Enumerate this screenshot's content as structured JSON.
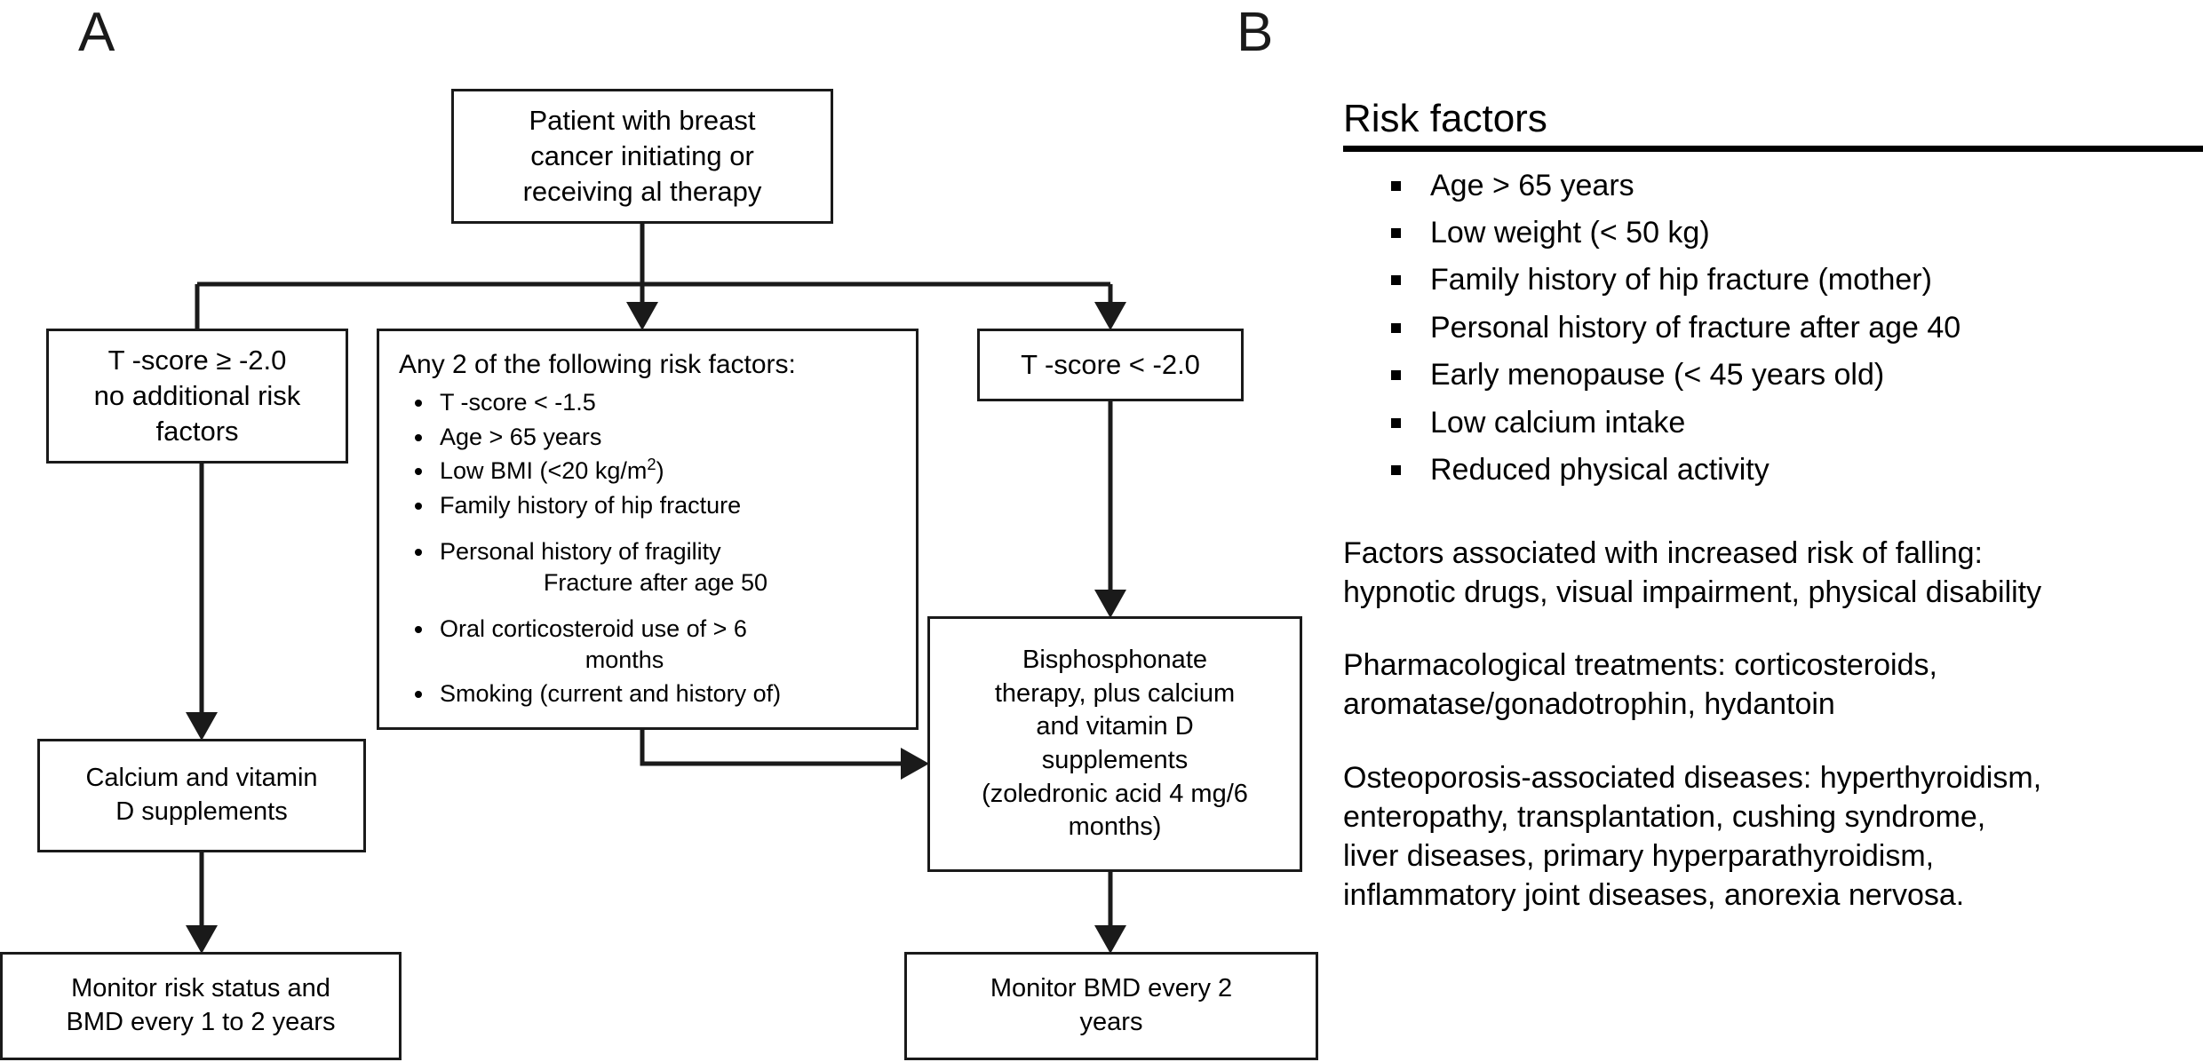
{
  "panels": {
    "a_label": "A",
    "b_label": "B"
  },
  "flowchart": {
    "top": {
      "line1": "Patient with breast",
      "line2": "cancer initiating or",
      "line3": "receiving al therapy"
    },
    "tscore_high": {
      "line1": "T -score ≥ -2.0",
      "line2": "no additional risk",
      "line3": "factors"
    },
    "riskbox": {
      "title": "Any 2 of the following risk factors:",
      "items": [
        {
          "text": "T -score < -1.5"
        },
        {
          "text": "Age > 65 years"
        },
        {
          "text": "Low BMI (<20 kg/m",
          "sup": "2",
          "tail": ")"
        },
        {
          "text": "Family history of hip fracture"
        },
        {
          "text": "Personal history of fragility",
          "cont": "Fracture after age 50"
        },
        {
          "text": "Oral corticosteroid use of > 6",
          "cont": "months"
        },
        {
          "text": "Smoking (current and history of)"
        }
      ]
    },
    "tscore_low": {
      "line1": "T -score < -2.0"
    },
    "bisphosphonate": {
      "line1": "Bisphosphonate",
      "line2": "therapy, plus calcium",
      "line3": "and vitamin D",
      "line4": "supplements",
      "line5": "(zoledronic acid 4 mg/6",
      "line6": "months)"
    },
    "calcium": {
      "line1": "Calcium and vitamin",
      "line2": "D supplements"
    },
    "monitor_left": {
      "line1": "Monitor risk status and",
      "line2": "BMD every 1 to 2 years"
    },
    "monitor_right": {
      "line1": "Monitor BMD every 2",
      "line2": "years"
    }
  },
  "risk_factors_panel": {
    "heading": "Risk factors",
    "items": [
      "Age > 65 years",
      "Low weight (< 50 kg)",
      "Family history of hip fracture (mother)",
      "Personal history of fracture after age 40",
      "Early menopause (< 45 years old)",
      "Low calcium intake",
      "Reduced physical activity"
    ],
    "paragraphs": [
      {
        "lines": [
          "Factors associated with increased risk of falling:",
          "hypnotic drugs, visual impairment, physical disability"
        ]
      },
      {
        "lines": [
          "Pharmacological treatments: corticosteroids,",
          "aromatase/gonadotrophin, hydantoin"
        ]
      },
      {
        "lines": [
          "Osteoporosis-associated diseases: hyperthyroidism,",
          "enteropathy, transplantation, cushing syndrome,",
          "liver diseases, primary hyperparathyroidism,",
          "inflammatory joint diseases, anorexia nervosa."
        ]
      }
    ]
  },
  "colors": {
    "stroke": "#1a1a1a",
    "text": "#000000",
    "background": "#ffffff"
  }
}
